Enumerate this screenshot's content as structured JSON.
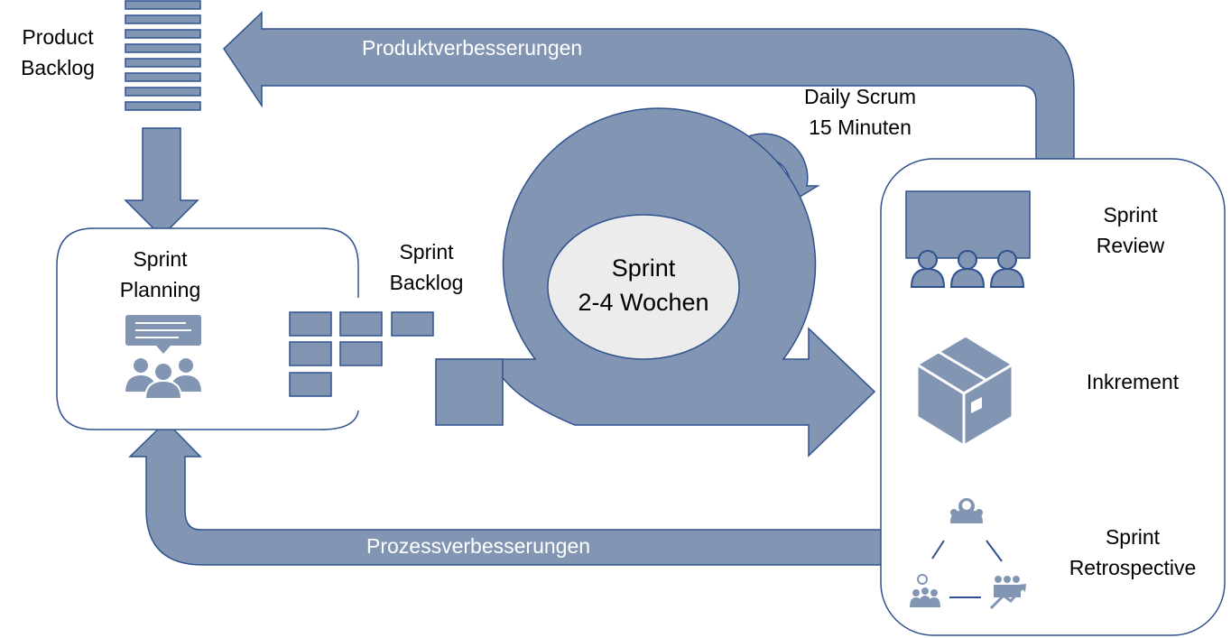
{
  "diagram": {
    "product_backlog": "Product\nBacklog",
    "sprint_planning": "Sprint\nPlanning",
    "sprint_backlog": "Sprint\nBacklog",
    "daily_scrum": "Daily Scrum\n15 Minuten",
    "sprint_cycle": "Sprint\n2-4 Wochen",
    "sprint_review": "Sprint\nReview",
    "increment": "Inkrement",
    "sprint_retrospective": "Sprint\nRetrospective",
    "product_improvements": "Produktverbesserungen",
    "process_improvements": "Prozessverbesserungen"
  },
  "colors": {
    "fill": "#8296b4",
    "stroke": "#2f528f",
    "inner": "#ececec",
    "dark": "#44546a"
  }
}
